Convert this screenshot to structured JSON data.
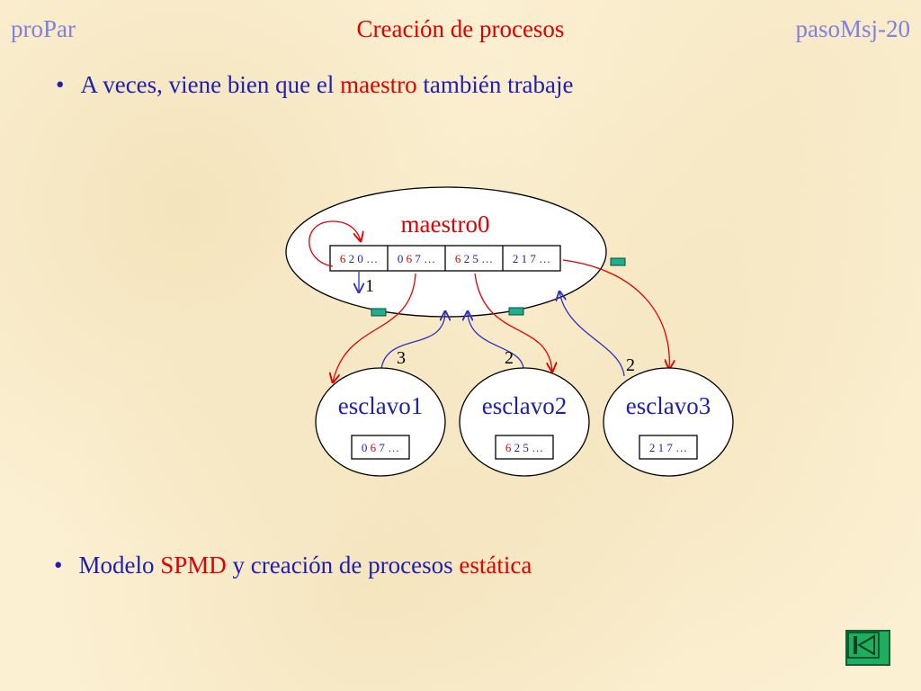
{
  "header": {
    "left": "proPar",
    "title": "Creación de procesos",
    "right": "pasoMsj-20"
  },
  "bullets": [
    {
      "bullet": "•",
      "parts": [
        "A veces, viene bien que el ",
        "maestro",
        " también trabaje"
      ]
    },
    {
      "bullet": "•",
      "parts": [
        "Modelo ",
        "SPMD",
        " y creación de procesos ",
        "estática"
      ]
    }
  ],
  "diagram": {
    "master": {
      "label": "maestro0",
      "cells": [
        {
          "first": "6",
          "rest": " 2 0 …"
        },
        {
          "lead": "0 ",
          "first": "6",
          "rest": " 7 …"
        },
        {
          "first": "6",
          "rest": " 2 5 …"
        },
        {
          "first": "",
          "rest": "2 1 7 …"
        }
      ]
    },
    "slaves": [
      {
        "label": "esclavo1",
        "cell": {
          "lead": "0 ",
          "first": "6",
          "rest": " 7 …"
        }
      },
      {
        "label": "esclavo2",
        "cell": {
          "lead": "",
          "first": "6",
          "rest": " 2 5 …"
        }
      },
      {
        "label": "esclavo3",
        "cell": {
          "lead": "",
          "first": "",
          "rest": "2 1 7 …"
        }
      }
    ],
    "arrow_labels": [
      "1",
      "3",
      "2",
      "2"
    ]
  },
  "colors": {
    "title_red": "#e00000",
    "text_blue": "#2020b0",
    "header_blue": "#8080e0",
    "message_green": "#1fae8e",
    "nav_green": "#1fae5e"
  },
  "icons": [
    "bullet-dot",
    "message-marker",
    "nav-first-icon"
  ]
}
